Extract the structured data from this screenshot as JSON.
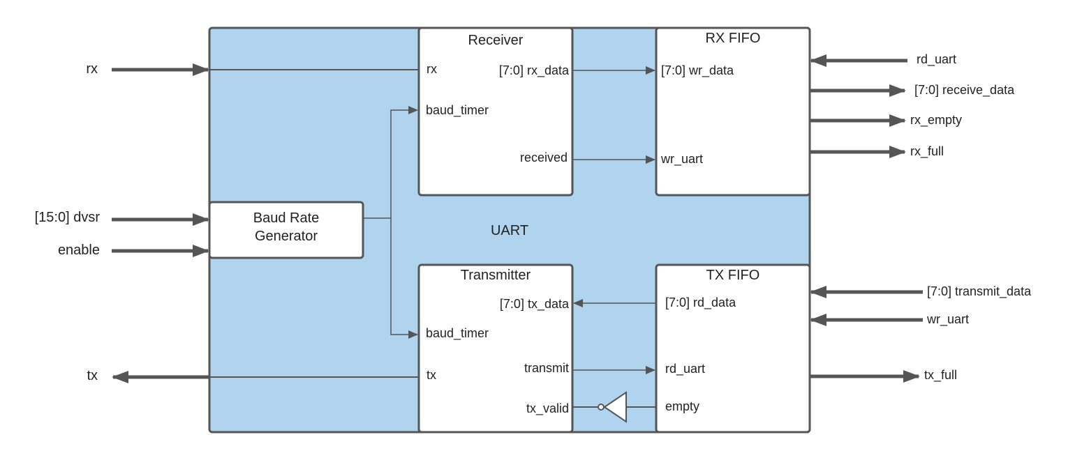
{
  "colors": {
    "uart_fill": "#b0d4ee",
    "block_fill": "#ffffff",
    "stroke": "#555555",
    "text": "#222222"
  },
  "uart": {
    "label": "UART"
  },
  "baud_gen": {
    "line1": "Baud Rate",
    "line2": "Generator"
  },
  "receiver": {
    "title": "Receiver",
    "rx": "rx",
    "rx_data": "[7:0] rx_data",
    "baud_timer": "baud_timer",
    "received": "received"
  },
  "rx_fifo": {
    "title": "RX FIFO",
    "wr_data": "[7:0] wr_data",
    "wr_uart": "wr_uart"
  },
  "transmitter": {
    "title": "Transmitter",
    "tx_data": "[7:0] tx_data",
    "baud_timer": "baud_timer",
    "tx": "tx",
    "transmit": "transmit",
    "tx_valid": "tx_valid"
  },
  "tx_fifo": {
    "title": "TX FIFO",
    "rd_data": "[7:0] rd_data",
    "rd_uart": "rd_uart",
    "empty": "empty"
  },
  "external": {
    "rx": "rx",
    "dvsr": "[15:0] dvsr",
    "enable": "enable",
    "tx": "tx",
    "rd_uart": "rd_uart",
    "receive_data": "[7:0] receive_data",
    "rx_empty": "rx_empty",
    "rx_full": "rx_full",
    "transmit_data": "[7:0] transmit_data",
    "wr_uart": "wr_uart",
    "tx_full": "tx_full"
  }
}
